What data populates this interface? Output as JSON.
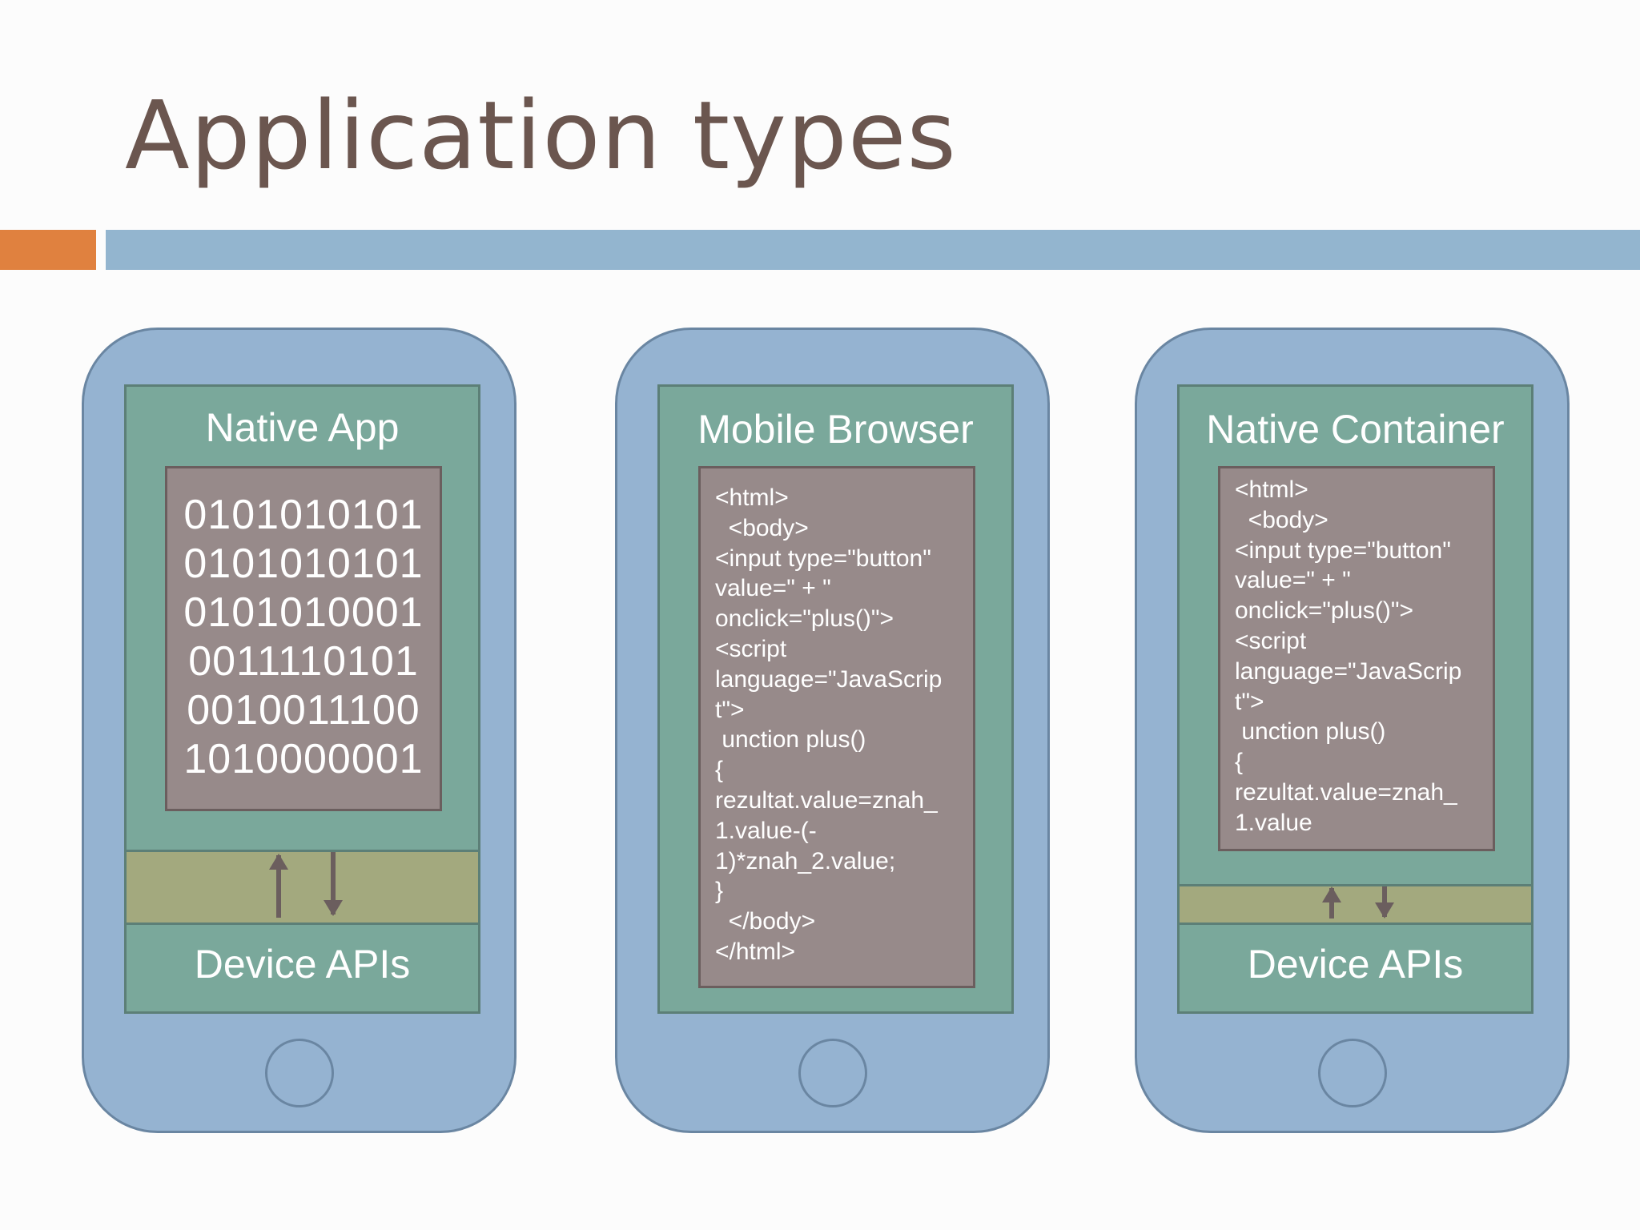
{
  "title": "Application types",
  "colors": {
    "accent_orange": "#e0813f",
    "accent_blue": "#93b5cf",
    "phone": "#95b3d1",
    "screen": "#7aa89b",
    "code_box": "#978a8a",
    "bridge": "#a3a97e"
  },
  "phones": [
    {
      "label": "Native App",
      "content": [
        "0101010101",
        "0101010101",
        "0101010001",
        "0011110101",
        "0010011100",
        "1010000001"
      ],
      "bottom": "Device APIs"
    },
    {
      "label": "Mobile Browser",
      "content": [
        "<html>",
        "  <body>",
        "<input type=\"button\"",
        "value=\" + \"",
        "onclick=\"plus()\">",
        "<script",
        "language=\"JavaScrip",
        "t\">",
        " unction plus()",
        "{",
        "rezultat.value=znah_",
        "1.value-(-",
        "1)*znah_2.value;",
        "}",
        "  </body>",
        "</html>"
      ]
    },
    {
      "label": "Native Container",
      "content": [
        "<html>",
        "  <body>",
        "<input type=\"button\"",
        "value=\" + \"",
        "onclick=\"plus()\">",
        "<script",
        "language=\"JavaScrip",
        "t\">",
        " unction plus()",
        "{",
        "rezultat.value=znah_",
        "1.value"
      ],
      "bottom": "Device APIs"
    }
  ]
}
